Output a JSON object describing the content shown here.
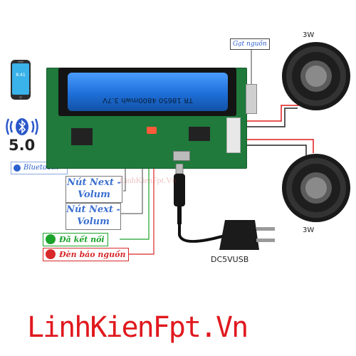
{
  "labels": {
    "power_switch": "Gạt nguồn",
    "speaker_top": "3W",
    "speaker_bottom": "3W",
    "bt_version": "5.0",
    "bluetooth": "Bluetooth",
    "next_volume_1": [
      "Nút Next -",
      "Volum"
    ],
    "next_volume_2": [
      "Nút Next -",
      "Volum"
    ],
    "connected": "Đã kết nối",
    "power_led": "Đèn báo nguồn",
    "dc_input": "DC5VUSB",
    "battery": "TR 18650 4800mwh 3.7V",
    "brand": "LinhKienFpt.Vn",
    "watermark": "LinhKienFpt.Vn"
  },
  "colors": {
    "brand_red": "#e0191f",
    "callout_blue": "#3a6fd0",
    "connected_green": "#1aa32a",
    "power_red": "#d8282a",
    "pcb_green": "#1f7a3c",
    "battery_blue": "#1e6fd8"
  },
  "icons": [
    "phone-icon",
    "bluetooth-icon",
    "speaker-icon",
    "usb-plug-icon",
    "power-adapter-icon"
  ]
}
